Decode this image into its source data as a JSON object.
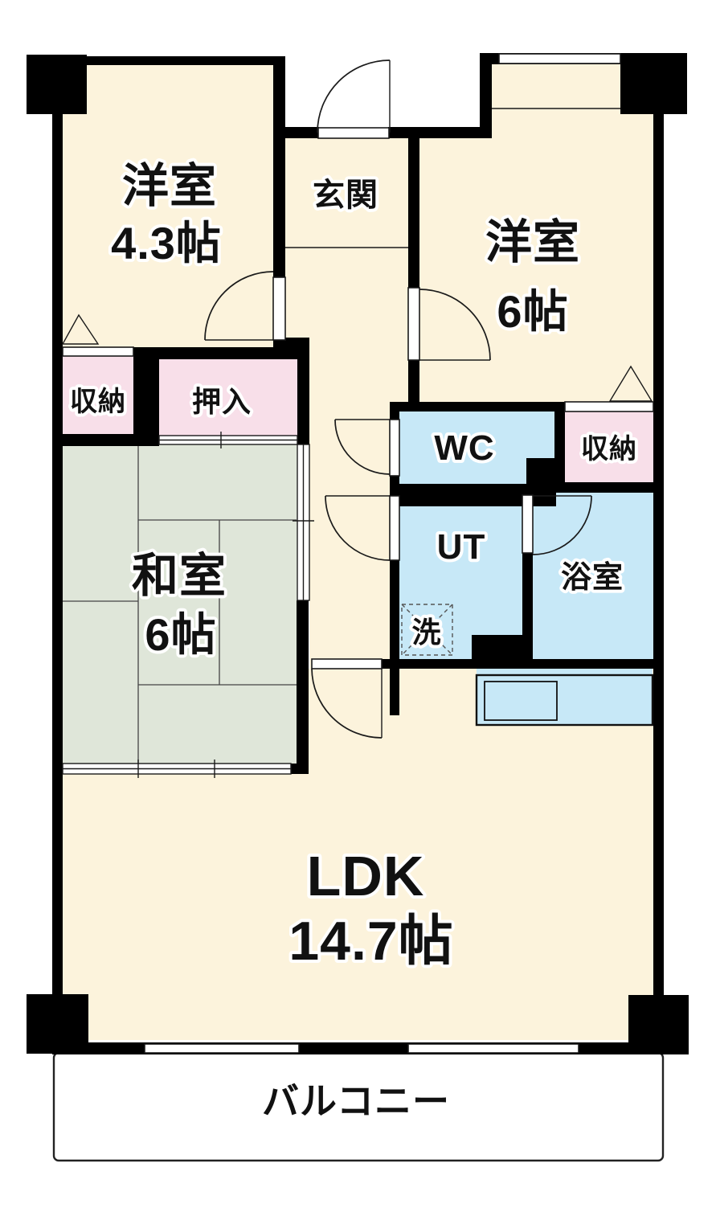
{
  "colors": {
    "wall": "#000000",
    "floor-cream": "#FCF3DC",
    "tatami-green": "#DFE6D9",
    "water-blue": "#C7E8F7",
    "closet-pink": "#F8DFE9",
    "outline": "#1A1A1A",
    "label-text": "#111111",
    "label-halo": "#FFFFFF"
  },
  "rooms": {
    "western_room_a": {
      "label": "洋室",
      "size": "4.3帖"
    },
    "western_room_b": {
      "label": "洋室",
      "size": "6帖"
    },
    "japanese_room": {
      "label": "和室",
      "size": "6帖"
    },
    "ldk": {
      "label": "LDK",
      "size": "14.7帖"
    },
    "entrance": {
      "label": "玄関"
    },
    "toilet": {
      "label": "WC"
    },
    "utility": {
      "label": "UT"
    },
    "bathroom": {
      "label": "浴室"
    },
    "washer": {
      "label": "洗"
    },
    "closet_left": {
      "label": "収納"
    },
    "closet_right": {
      "label": "収納"
    },
    "oshiire": {
      "label": "押入"
    },
    "balcony": {
      "label": "バルコニー"
    }
  }
}
